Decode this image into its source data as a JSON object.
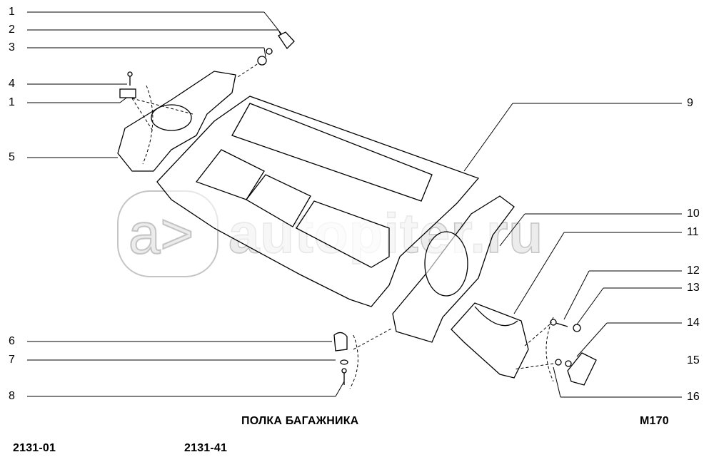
{
  "title": "ПОЛКА БАГАЖНИКА",
  "code": "М170",
  "models": [
    "2131-01",
    "2131-41"
  ],
  "watermark": "autopiter.ru",
  "callouts_left": [
    "1",
    "2",
    "3",
    "4",
    "1",
    "5",
    "6",
    "7",
    "8"
  ],
  "callouts_right": [
    "9",
    "10",
    "11",
    "12",
    "13",
    "14",
    "15",
    "16"
  ]
}
